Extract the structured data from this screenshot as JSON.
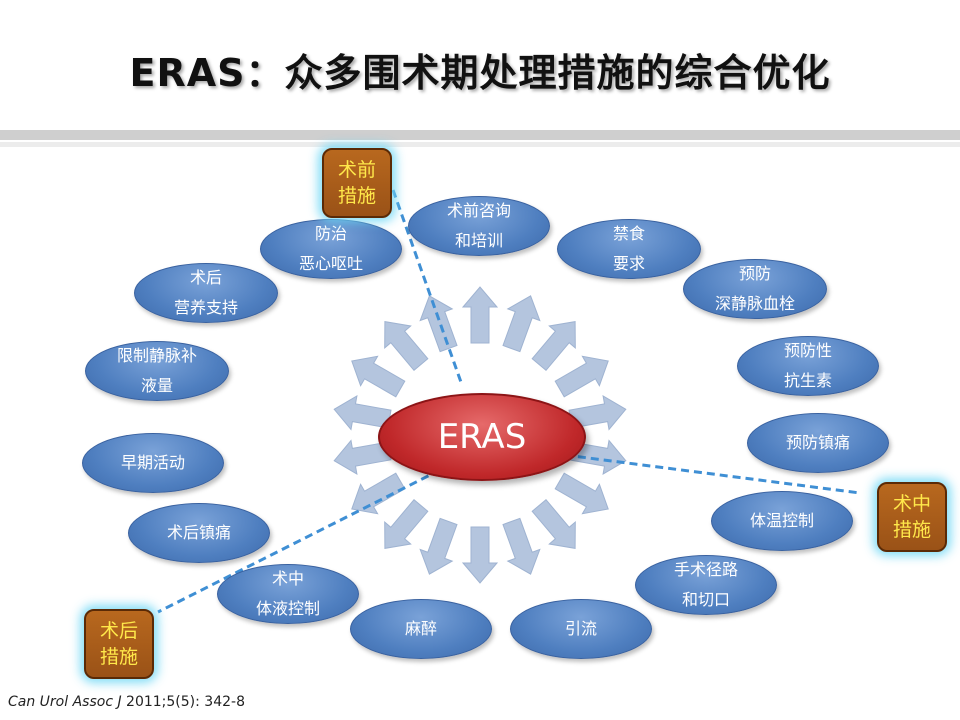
{
  "title": "ERAS：众多围术期处理措施的综合优化",
  "center": "ERAS",
  "nodes": [
    {
      "id": "pre-consult",
      "lines": [
        "术前咨询",
        "和培训"
      ]
    },
    {
      "id": "fasting",
      "lines": [
        "禁食",
        "要求"
      ]
    },
    {
      "id": "dvt",
      "lines": [
        "预防",
        "深静脉血栓"
      ]
    },
    {
      "id": "antibiotics",
      "lines": [
        "预防性",
        "抗生素"
      ]
    },
    {
      "id": "preemptive-analgesia",
      "lines": [
        "预防镇痛"
      ]
    },
    {
      "id": "temperature",
      "lines": [
        "体温控制"
      ]
    },
    {
      "id": "approach",
      "lines": [
        "手术径路",
        "和切口"
      ]
    },
    {
      "id": "drainage",
      "lines": [
        "引流"
      ]
    },
    {
      "id": "anesthesia",
      "lines": [
        "麻醉"
      ]
    },
    {
      "id": "intraop-fluid",
      "lines": [
        "术中",
        "体液控制"
      ]
    },
    {
      "id": "postop-analgesia",
      "lines": [
        "术后镇痛"
      ]
    },
    {
      "id": "early-mobilization",
      "lines": [
        "早期活动"
      ]
    },
    {
      "id": "fluid-restriction",
      "lines": [
        "限制静脉补",
        "液量"
      ]
    },
    {
      "id": "postop-nutrition",
      "lines": [
        "术后",
        "营养支持"
      ]
    },
    {
      "id": "ponv",
      "lines": [
        "防治",
        "恶心呕吐"
      ]
    }
  ],
  "phases": [
    {
      "id": "preop",
      "lines": [
        "术前",
        "措施"
      ]
    },
    {
      "id": "intraop",
      "lines": [
        "术中",
        "措施"
      ]
    },
    {
      "id": "postop",
      "lines": [
        "术后",
        "措施"
      ]
    }
  ],
  "citation": {
    "journal": "Can Urol Assoc J",
    "ref": " 2011;5(5): 342-8"
  },
  "colors": {
    "node": "#4f7fc0",
    "center": "#c0282a",
    "arrow": "#b4c5de",
    "phase_box": "#9a5217",
    "phase_text": "#ffe84a",
    "dashed_line": "#3f8fd4"
  }
}
